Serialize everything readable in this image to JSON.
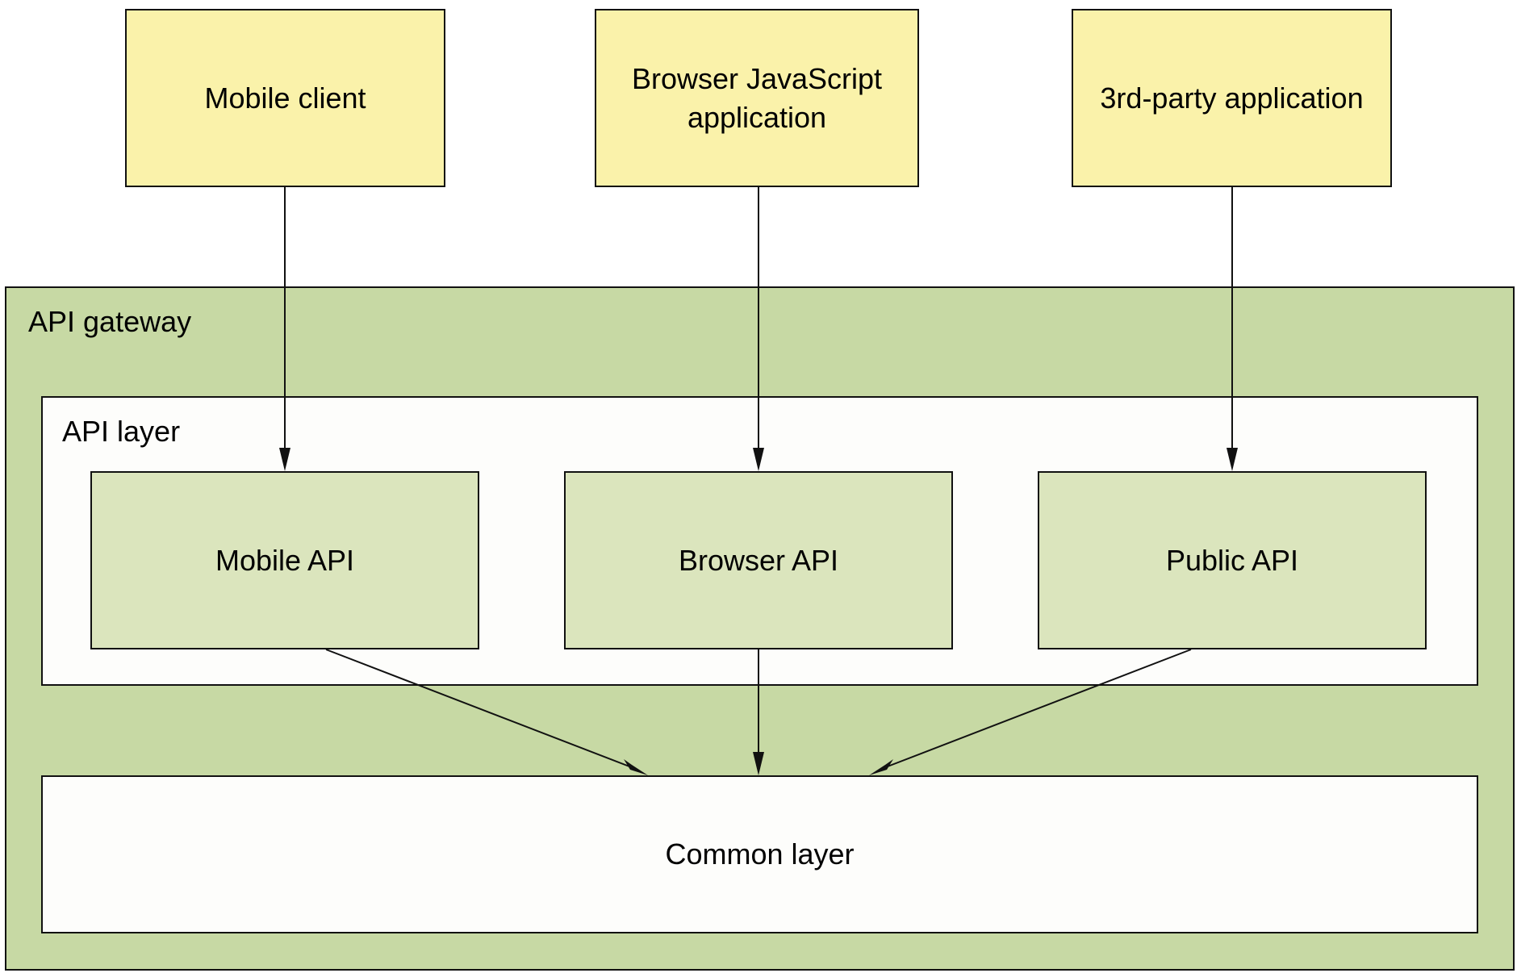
{
  "clients": {
    "mobile": {
      "label": "Mobile client"
    },
    "browser": {
      "line1": "Browser JavaScript",
      "line2": "application"
    },
    "third_party": {
      "label": "3rd-party application"
    }
  },
  "gateway": {
    "label": "API gateway",
    "api_layer": {
      "label": "API layer",
      "mobile_api": "Mobile API",
      "browser_api": "Browser API",
      "public_api": "Public API"
    },
    "common_layer": "Common layer"
  },
  "colors": {
    "client_fill": "#faf2aa",
    "gateway_fill": "#c7d9a4",
    "api_fill": "#dbe5bd",
    "layer_fill": "#fdfdfb",
    "stroke": "#111111"
  },
  "edges": [
    {
      "from": "Mobile client",
      "to": "Mobile API"
    },
    {
      "from": "Browser JavaScript application",
      "to": "Browser API"
    },
    {
      "from": "3rd-party application",
      "to": "Public API"
    },
    {
      "from": "Mobile API",
      "to": "Common layer"
    },
    {
      "from": "Browser API",
      "to": "Common layer"
    },
    {
      "from": "Public API",
      "to": "Common layer"
    }
  ]
}
